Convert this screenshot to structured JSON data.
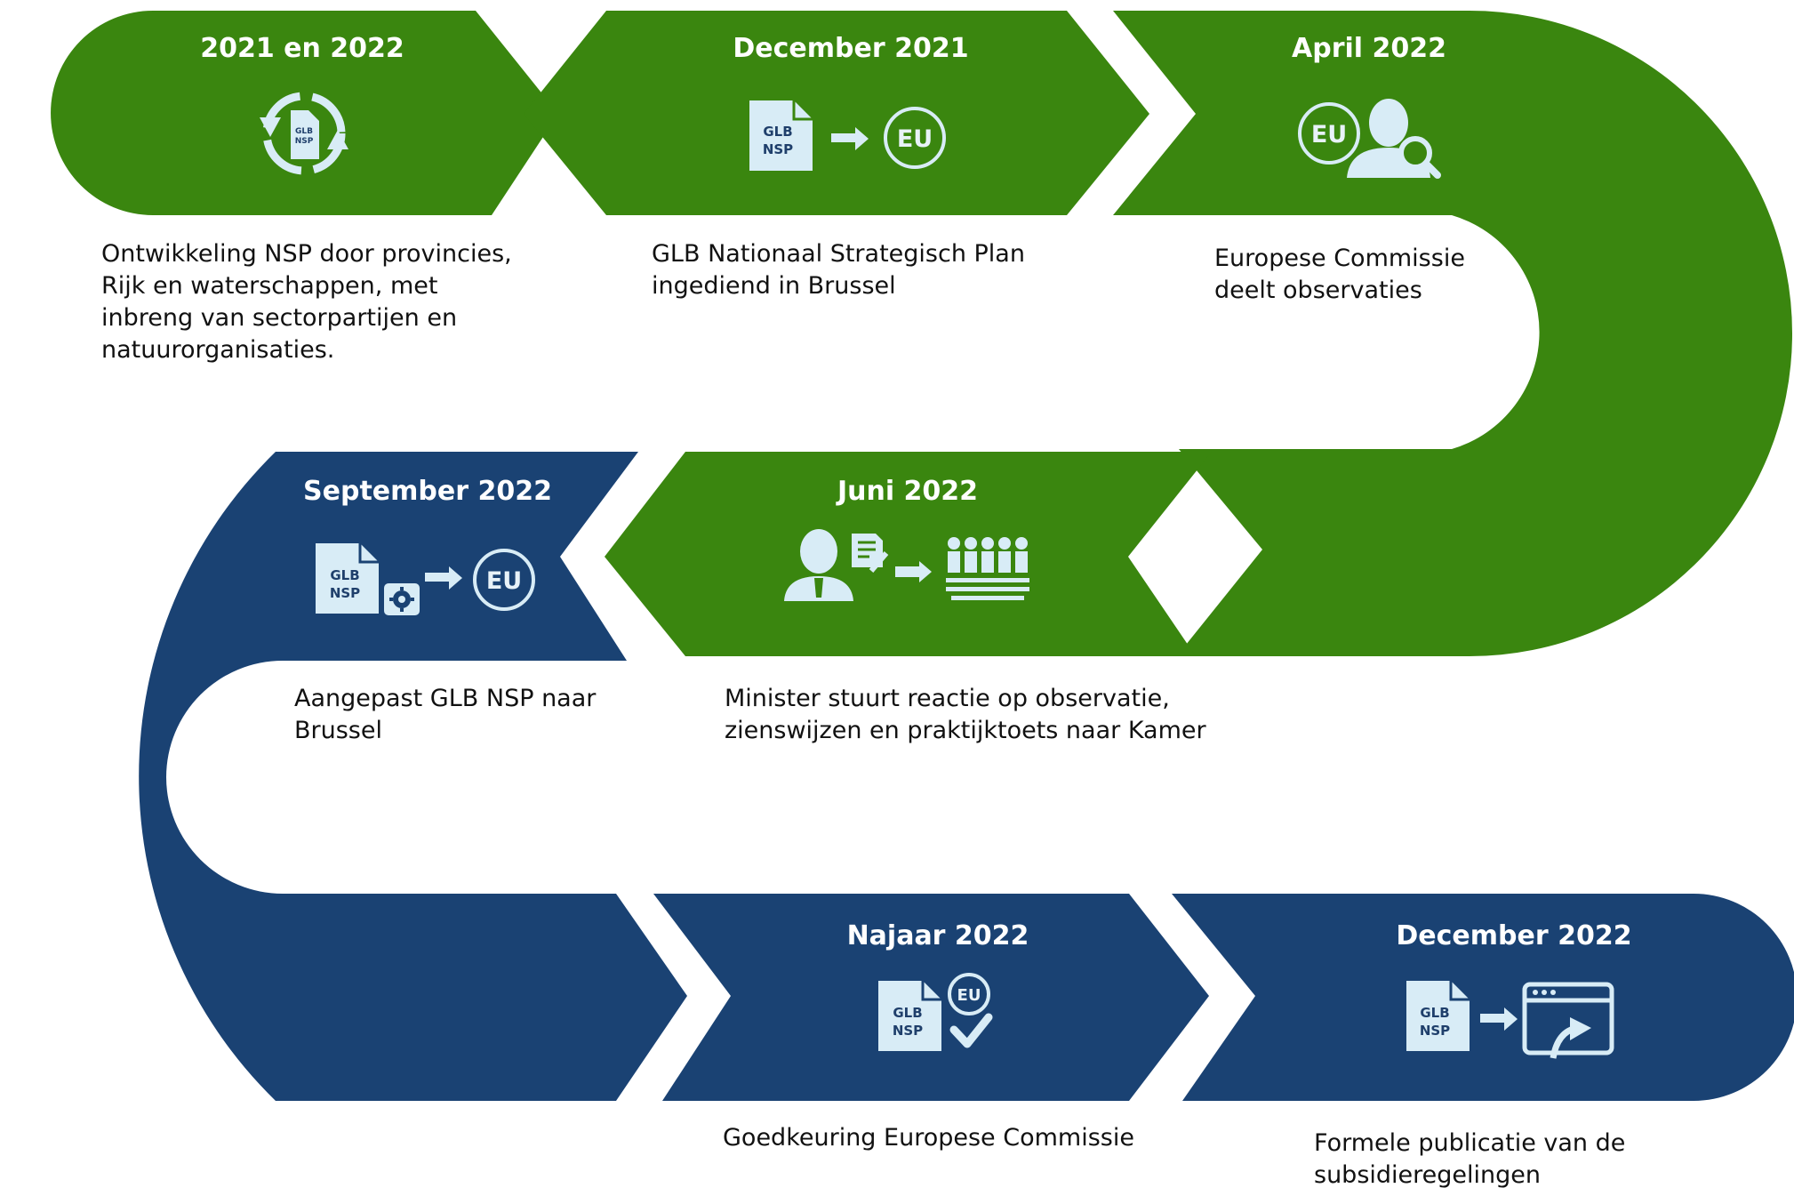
{
  "colors": {
    "green": "#3a860f",
    "blue": "#1a4273",
    "icon": "#d8ecf6",
    "text": "#111111"
  },
  "steps": [
    {
      "title": "2021 en 2022",
      "color": "green",
      "icon": "document-refresh-icon",
      "doc_label": [
        "GLB",
        "NSP"
      ],
      "desc": [
        "Ontwikkeling NSP door provincies,",
        "Rijk en waterschappen, met",
        "inbreng van sectorpartijen en",
        "natuurorganisaties."
      ]
    },
    {
      "title": "December 2021",
      "color": "green",
      "icon": "document-to-eu-icon",
      "doc_label": [
        "GLB",
        "NSP"
      ],
      "eu_label": "EU",
      "desc": [
        "GLB Nationaal Strategisch Plan",
        "ingediend in Brussel"
      ]
    },
    {
      "title": "April 2022",
      "color": "green",
      "icon": "eu-person-search-icon",
      "eu_label": "EU",
      "desc": [
        "Europese Commissie",
        "deelt observaties"
      ]
    },
    {
      "title": "Juni 2022",
      "color": "green",
      "icon": "minister-to-parliament-icon",
      "desc": [
        "Minister stuurt reactie op observatie,",
        "zienswijzen en praktijktoets naar Kamer"
      ]
    },
    {
      "title": "September 2022",
      "color": "blue",
      "icon": "document-settings-to-eu-icon",
      "doc_label": [
        "GLB",
        "NSP"
      ],
      "eu_label": "EU",
      "desc": [
        "Aangepast GLB NSP naar",
        "Brussel"
      ]
    },
    {
      "title": "Najaar 2022",
      "color": "blue",
      "icon": "document-eu-approved-icon",
      "doc_label": [
        "GLB",
        "NSP"
      ],
      "eu_label": "EU",
      "desc": [
        "Goedkeuring Europese Commissie"
      ]
    },
    {
      "title": "December 2022",
      "color": "blue",
      "icon": "document-to-publication-icon",
      "doc_label": [
        "GLB",
        "NSP"
      ],
      "desc": [
        "Formele publicatie van de",
        "subsidieregelingen"
      ]
    }
  ]
}
